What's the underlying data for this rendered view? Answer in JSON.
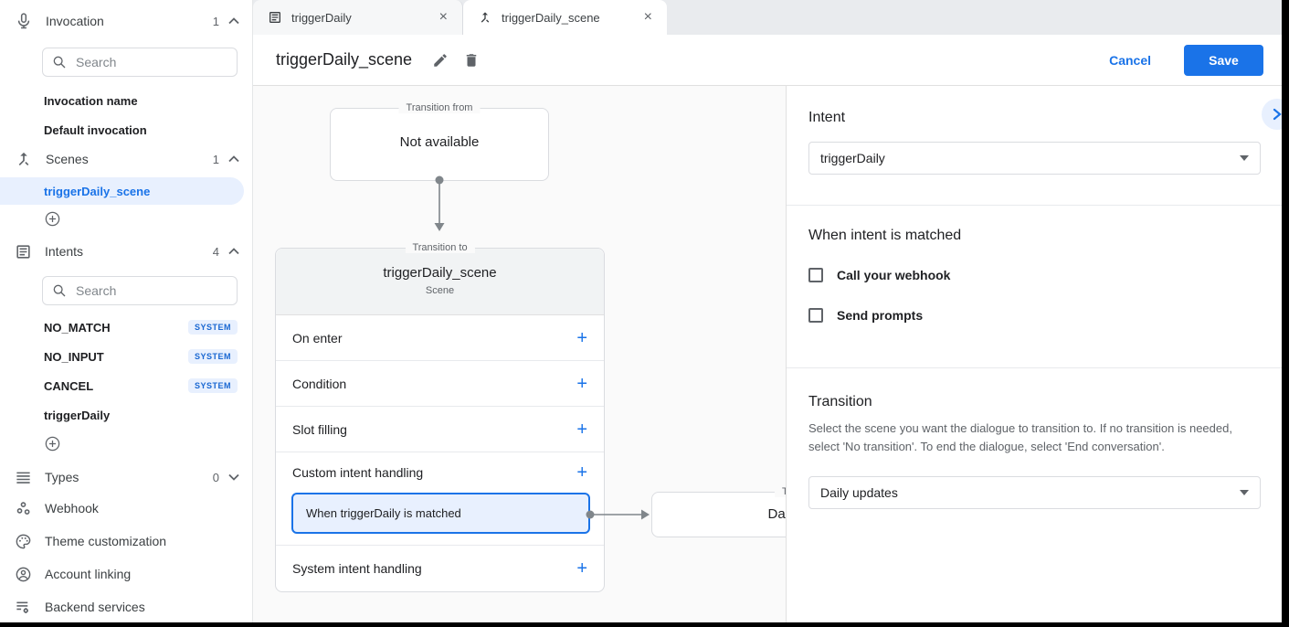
{
  "sidebar": {
    "sections": {
      "invocation": {
        "label": "Invocation",
        "count": "1",
        "search_placeholder": "Search",
        "items": [
          {
            "label": "Invocation name"
          },
          {
            "label": "Default invocation"
          }
        ]
      },
      "scenes": {
        "label": "Scenes",
        "count": "1",
        "selected_item": "triggerDaily_scene"
      },
      "intents": {
        "label": "Intents",
        "count": "4",
        "search_placeholder": "Search",
        "items": [
          {
            "label": "NO_MATCH",
            "badge": "SYSTEM"
          },
          {
            "label": "NO_INPUT",
            "badge": "SYSTEM"
          },
          {
            "label": "CANCEL",
            "badge": "SYSTEM"
          },
          {
            "label": "triggerDaily"
          }
        ]
      },
      "types": {
        "label": "Types",
        "count": "0"
      }
    },
    "links": [
      {
        "label": "Webhook"
      },
      {
        "label": "Theme customization"
      },
      {
        "label": "Account linking"
      },
      {
        "label": "Backend services"
      }
    ]
  },
  "tabs": [
    {
      "label": "triggerDaily"
    },
    {
      "label": "triggerDaily_scene"
    }
  ],
  "header": {
    "title": "triggerDaily_scene",
    "cancel_label": "Cancel",
    "save_label": "Save"
  },
  "canvas": {
    "transition_from": {
      "legend": "Transition from",
      "content": "Not available"
    },
    "scene_card": {
      "legend": "Transition to",
      "title": "triggerDaily_scene",
      "subtitle": "Scene",
      "rows": [
        "On enter",
        "Condition",
        "Slot filling",
        "Custom intent handling",
        "System intent handling"
      ],
      "matched_handler": "When triggerDaily is matched",
      "add_symbol": "+"
    },
    "next_card": {
      "legend": "Transition to",
      "content": "Daily updates"
    }
  },
  "panel": {
    "intent": {
      "heading": "Intent",
      "selected": "triggerDaily"
    },
    "matched": {
      "heading": "When intent is matched",
      "webhook_label": "Call your webhook",
      "prompts_label": "Send prompts"
    },
    "transition": {
      "heading": "Transition",
      "description": "Select the scene you want the dialogue to transition to. If no transition is needed, select 'No transition'. To end the dialogue, select 'End conversation'.",
      "selected": "Daily updates"
    }
  },
  "colors": {
    "accent": "#1a73e8",
    "selection_bg": "#e8f0fe",
    "badge_text": "#1967d2",
    "connector": "#80868b"
  }
}
